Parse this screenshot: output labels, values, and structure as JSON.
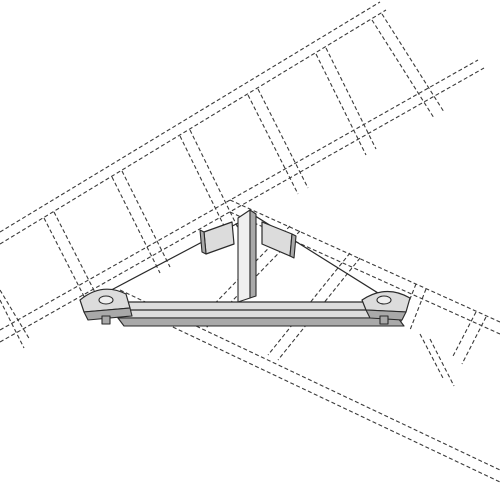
{
  "diagram": {
    "subject": "cable-ladder-tray-junction-with-support-bracket",
    "colors": {
      "background": "#ffffff",
      "line": "#2a2a2a",
      "metal_fill": "#dcdcdc",
      "metal_shade": "#a9a9a9"
    },
    "icons": [
      "ladder-tray-dashed",
      "triangular-support-bracket",
      "hold-down-clamp",
      "bolt"
    ]
  }
}
